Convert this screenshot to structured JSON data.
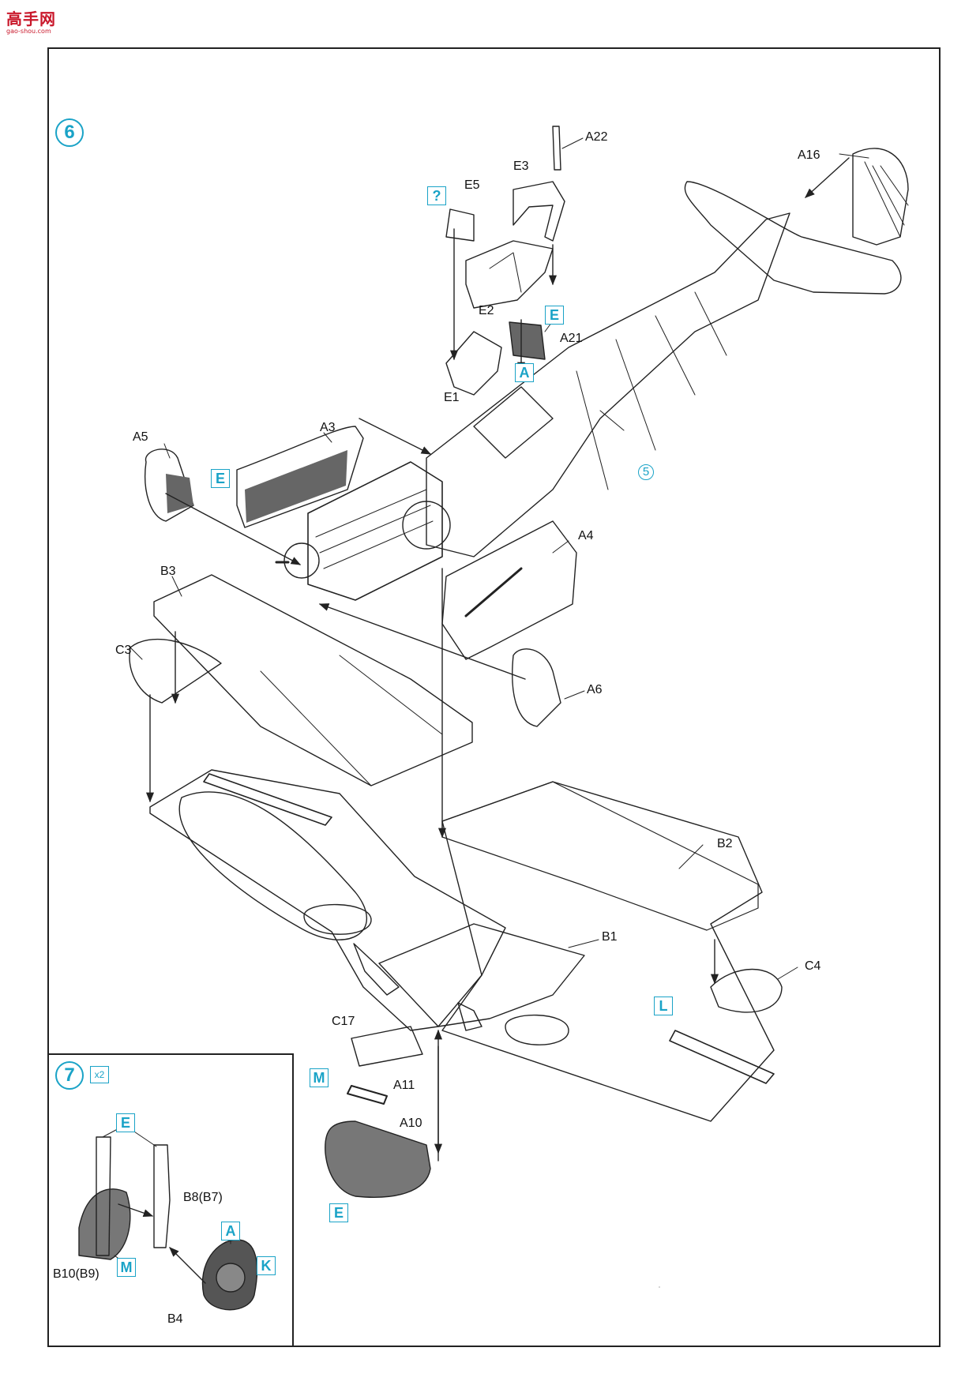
{
  "watermark": {
    "main": "高手网",
    "sub": "gao-shou.com"
  },
  "steps": {
    "main": "6",
    "inset": "7",
    "inset_multiplier": "x2"
  },
  "reference_step": "5",
  "part_labels": {
    "a22": "A22",
    "a16": "A16",
    "e3": "E3",
    "e5": "E5",
    "e2": "E2",
    "e1": "E1",
    "a21": "A21",
    "a5": "A5",
    "a3": "A3",
    "a4": "A4",
    "b3": "B3",
    "c3": "C3",
    "a6": "A6",
    "b2": "B2",
    "b1": "B1",
    "c4": "C4",
    "c17": "C17",
    "a11": "A11",
    "a10": "A10",
    "b8": "B8(B7)",
    "b10": "B10(B9)",
    "b4": "B4"
  },
  "color_codes": {
    "q": "?",
    "e_canopy": "E",
    "a_canopy": "A",
    "e_cowl": "E",
    "l_wing": "L",
    "m_radiator": "M",
    "e_radiator": "E",
    "e_gear": "E",
    "m_gear": "M",
    "a_wheel": "A",
    "k_wheel": "K"
  },
  "colors": {
    "accent": "#1aa3c7",
    "ink": "#222222",
    "part_fill": "#666666"
  }
}
